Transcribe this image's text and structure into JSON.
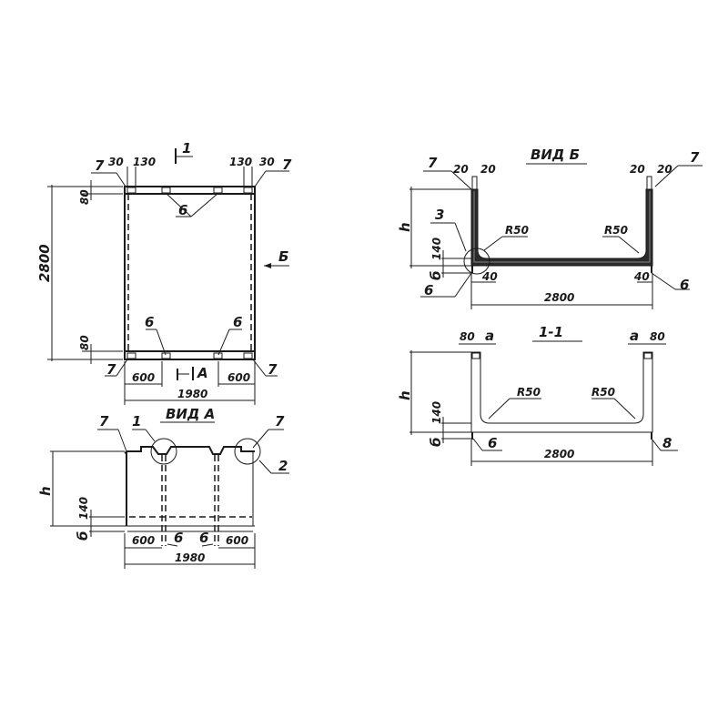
{
  "plan": {
    "section_mark": "1",
    "view_mark": "Б",
    "view_a_mark": "А",
    "length": "2800",
    "end_80_top": "80",
    "end_80_bottom": "80",
    "top_left_30": "30",
    "top_left_130": "130",
    "top_right_130": "130",
    "top_right_30": "30",
    "pos_7_tl": "7",
    "pos_7_tr": "7",
    "pos_7_bl": "7",
    "pos_7_br": "7",
    "pos_6_top": "6",
    "pos_6_bl": "6",
    "pos_6_br": "6",
    "span_left": "600",
    "span_right": "600",
    "width": "1980"
  },
  "view_a": {
    "title": "ВИД А",
    "pos_7_left": "7",
    "callout_1": "1",
    "pos_7_right": "7",
    "callout_2": "2",
    "height": "h",
    "dim_140": "140",
    "thickness": "б",
    "span_left": "600",
    "span_right": "600",
    "pos_6_left": "6",
    "pos_6_right": "6",
    "width": "1980"
  },
  "view_b": {
    "title": "ВИД Б",
    "pos_7_left": "7",
    "pos_7_right": "7",
    "left_20a": "20",
    "left_20b": "20",
    "right_20a": "20",
    "right_20b": "20",
    "height": "h",
    "callout_3": "3",
    "radius_left": "R50",
    "radius_right": "R50",
    "dim_140": "140",
    "thickness": "б",
    "pos_6_left": "6",
    "pos_6_right": "6",
    "dim_40_left": "40",
    "dim_40_right": "40",
    "length": "2800"
  },
  "section_1_1": {
    "title": "1-1",
    "left_80": "80",
    "left_a": "a",
    "right_a": "a",
    "right_80": "80",
    "height": "h",
    "radius_left": "R50",
    "radius_right": "R50",
    "dim_140": "140",
    "thickness": "б",
    "pos_6": "6",
    "pos_8": "8",
    "length": "2800"
  }
}
